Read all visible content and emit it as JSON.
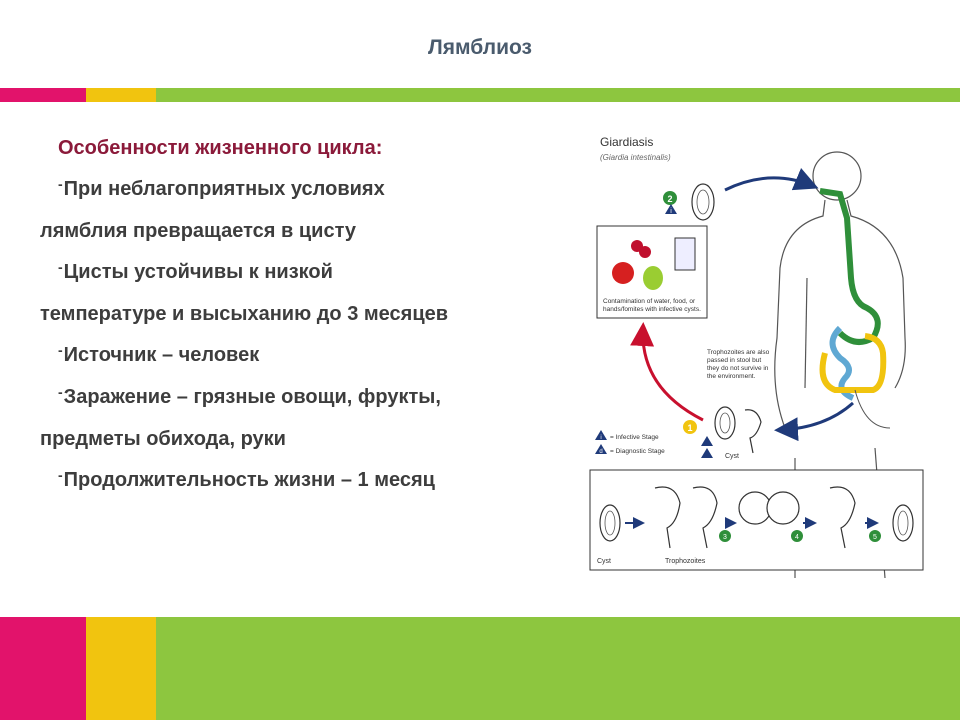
{
  "slide": {
    "title": "Лямблиоз",
    "heading": "Особенности жизненного цикла:",
    "bullets": [
      {
        "line1": "При неблагоприятных условиях",
        "line2": "лямблия превращается в цисту"
      },
      {
        "line1": "Цисты устойчивы к низкой",
        "line2": "температуре и высыханию до 3 месяцев"
      },
      {
        "line1": "Источник – человек",
        "line2": ""
      },
      {
        "line1": "Заражение – грязные овощи, фрукты,",
        "line2": "предметы обихода, руки"
      },
      {
        "line1": "Продолжительность жизни – 1 месяц",
        "line2": ""
      }
    ]
  },
  "figure": {
    "title": "Giardiasis",
    "subtitle": "(Giardia intestinalis)",
    "contamination_caption_1": "Contamination of water, food, or",
    "contamination_caption_2": "hands/fomites with infective cysts.",
    "trophozoite_note_1": "Trophozoites are also",
    "trophozoite_note_2": "passed in stool but",
    "trophozoite_note_3": "they do not survive in",
    "trophozoite_note_4": "the environment.",
    "legend_infective": "= Infective Stage",
    "legend_diagnostic": "= Diagnostic Stage",
    "cyst_label": "Cyst",
    "bottom_cyst_label": "Cyst",
    "trophozoites_label": "Trophozoites",
    "step_labels": [
      "1",
      "2",
      "3",
      "4",
      "5"
    ],
    "legend_i": "i",
    "legend_d": "d"
  },
  "colors": {
    "pink": "#e2136b",
    "yellow": "#f1c40f",
    "green": "#8dc63f",
    "heading": "#8b1a3a",
    "arrow_blue": "#1f3a7a",
    "arrow_red": "#c8102e"
  }
}
